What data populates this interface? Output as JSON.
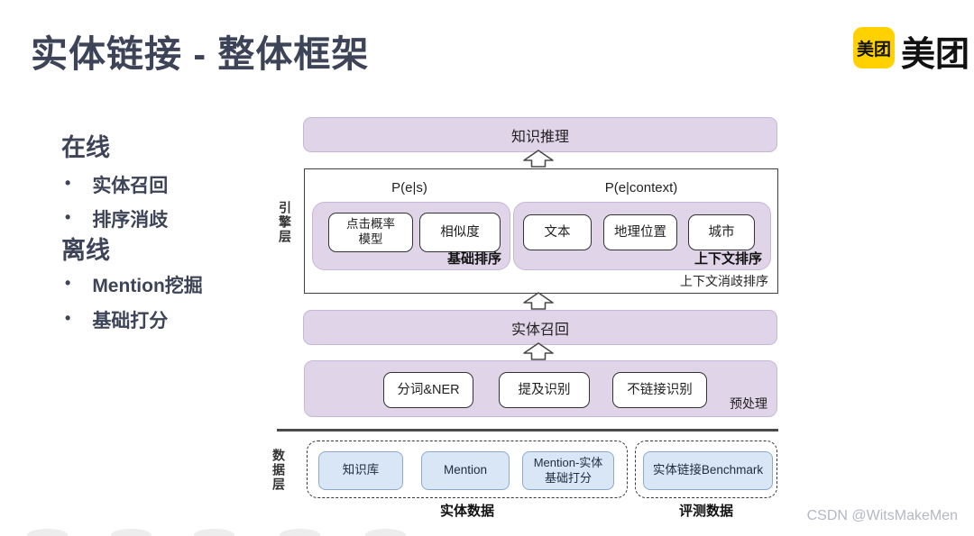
{
  "header": {
    "title": "实体链接 - 整体框架",
    "logo": {
      "badge_text": "美团",
      "brand_text": "美团",
      "badge_color": "#ffd100"
    }
  },
  "sidebar": {
    "groups": [
      {
        "heading": "在线",
        "items": [
          "实体召回",
          "排序消歧"
        ]
      },
      {
        "heading": "离线",
        "items": [
          "Mention挖掘",
          "基础打分"
        ]
      }
    ],
    "bullet": "•"
  },
  "diagram": {
    "top_bar": "知识推理",
    "engine_layer_label": "引擎层",
    "engine": {
      "groups": [
        {
          "title": "P(e|s)",
          "boxes": [
            "点击概率\n模型",
            "相似度"
          ],
          "caption": "基础排序"
        },
        {
          "title": "P(e|context)",
          "boxes": [
            "文本",
            "地理位置",
            "城市"
          ],
          "caption": "上下文排序"
        }
      ],
      "caption": "上下文消歧排序"
    },
    "recall_bar": "实体召回",
    "preprocess": {
      "boxes": [
        "分词&NER",
        "提及识别",
        "不链接识别"
      ],
      "caption": "预处理"
    },
    "data_layer_label": "数据层",
    "data_groups": [
      {
        "boxes": [
          "知识库",
          "Mention",
          "Mention-实体\n基础打分"
        ],
        "caption": "实体数据"
      },
      {
        "boxes": [
          "实体链接Benchmark"
        ],
        "caption": "评测数据"
      }
    ]
  },
  "watermark": "CSDN @WitsMakeMen",
  "colors": {
    "lavender": "#e0d4e8",
    "lavender_border": "#c7b7d7",
    "blue_box": "#d9e6f6",
    "blue_border": "#8ca9cd",
    "title_text": "#3e4457",
    "brand_yellow": "#ffd100"
  }
}
